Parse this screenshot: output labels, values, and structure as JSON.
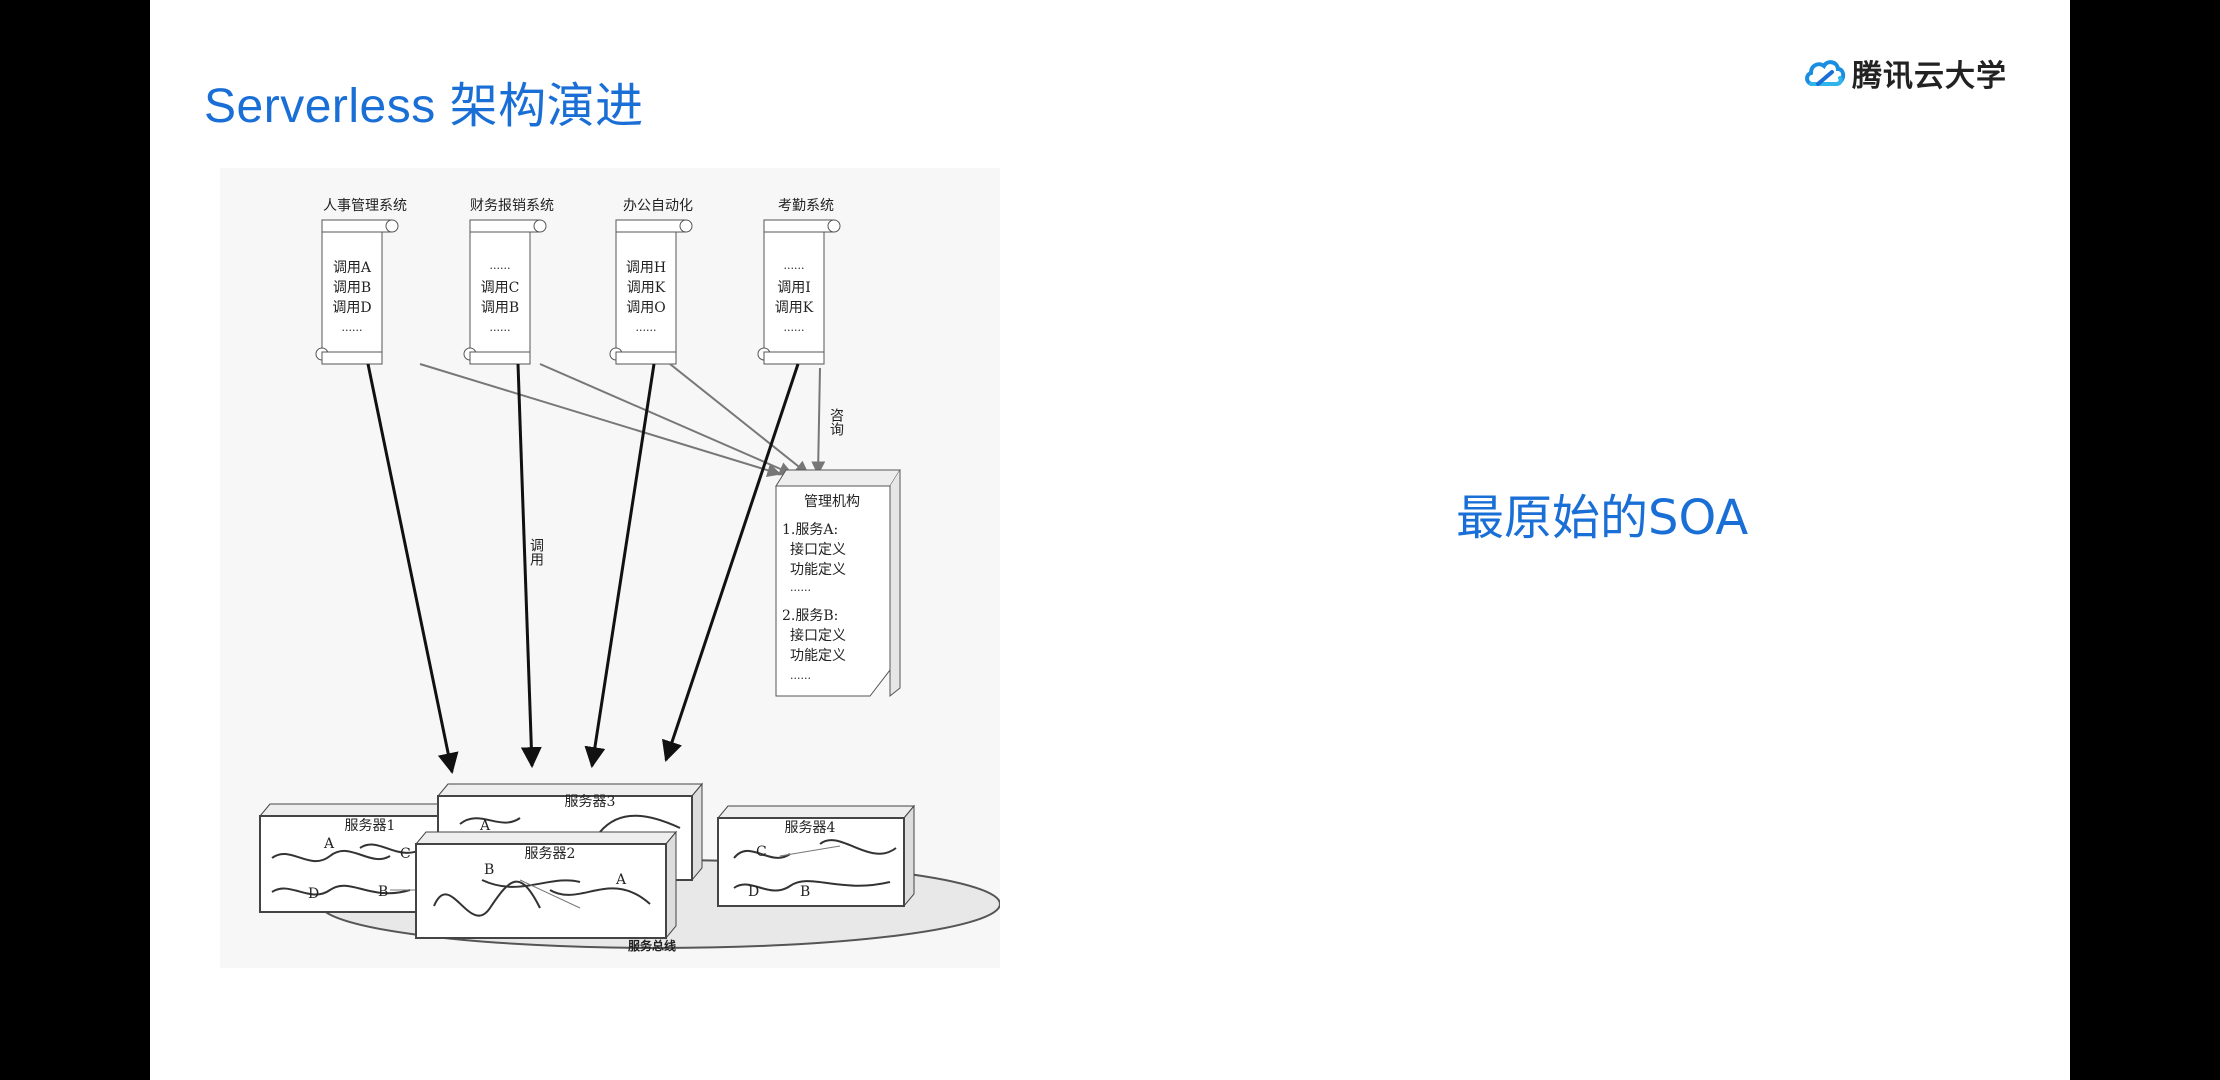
{
  "slide": {
    "title": "Serverless 架构演进",
    "logo_text": "腾讯云大学",
    "caption": "最原始的SOA"
  },
  "diagram": {
    "systems": [
      {
        "name": "人事管理系统",
        "lines": [
          "调用A",
          "调用B",
          "调用D",
          "······"
        ]
      },
      {
        "name": "财务报销系统",
        "lines": [
          "······",
          "调用C",
          "调用B",
          "······"
        ]
      },
      {
        "name": "办公自动化",
        "lines": [
          "调用H",
          "调用K",
          "调用O",
          "······"
        ]
      },
      {
        "name": "考勤系统",
        "lines": [
          "······",
          "调用I",
          "调用K",
          "······"
        ]
      }
    ],
    "registry": {
      "title": "管理机构",
      "lines": [
        "1.服务A:",
        "接口定义",
        "功能定义",
        "······",
        "2.服务B:",
        "接口定义",
        "功能定义",
        "······"
      ]
    },
    "label_query": "咨询",
    "label_call": "调用",
    "servers": [
      {
        "name": "服务器1",
        "services": [
          "A",
          "C",
          "D",
          "B"
        ]
      },
      {
        "name": "服务器3",
        "services": [
          "A"
        ]
      },
      {
        "name": "服务器2",
        "services": [
          "B",
          "A"
        ]
      },
      {
        "name": "服务器4",
        "services": [
          "C",
          "D",
          "B"
        ]
      }
    ],
    "bus_label": "服务总线"
  },
  "colors": {
    "accent": "#1a6fd6",
    "background": "#000000",
    "slide": "#ffffff"
  },
  "icons": {
    "logo": "cloud-icon"
  }
}
